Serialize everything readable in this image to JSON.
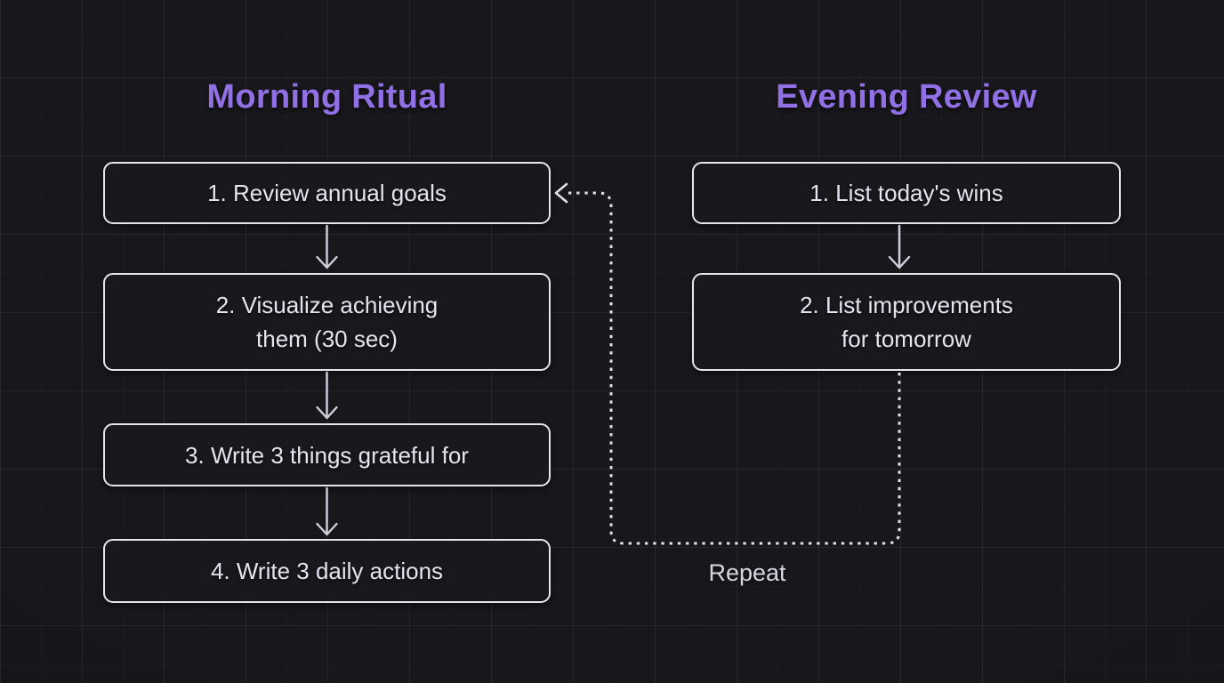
{
  "diagram": {
    "columns": [
      {
        "id": "morning",
        "title": "Morning Ritual",
        "steps": [
          {
            "lines": [
              "1. Review annual goals"
            ]
          },
          {
            "lines": [
              "2. Visualize achieving",
              "them (30 sec)"
            ]
          },
          {
            "lines": [
              "3. Write 3 things grateful for"
            ]
          },
          {
            "lines": [
              "4. Write 3 daily actions"
            ]
          }
        ]
      },
      {
        "id": "evening",
        "title": "Evening Review",
        "steps": [
          {
            "lines": [
              "1. List today's wins"
            ]
          },
          {
            "lines": [
              "2. List improvements",
              "for tomorrow"
            ]
          }
        ]
      }
    ],
    "loop_label": "Repeat",
    "colors": {
      "background": "#18171c",
      "accent_title": "#9070e4",
      "node_border": "#e7e4ef",
      "node_text": "#e7e4ef",
      "solid_connector": "#d2cfdd",
      "dashed_loop": "#e2dfe9"
    }
  }
}
